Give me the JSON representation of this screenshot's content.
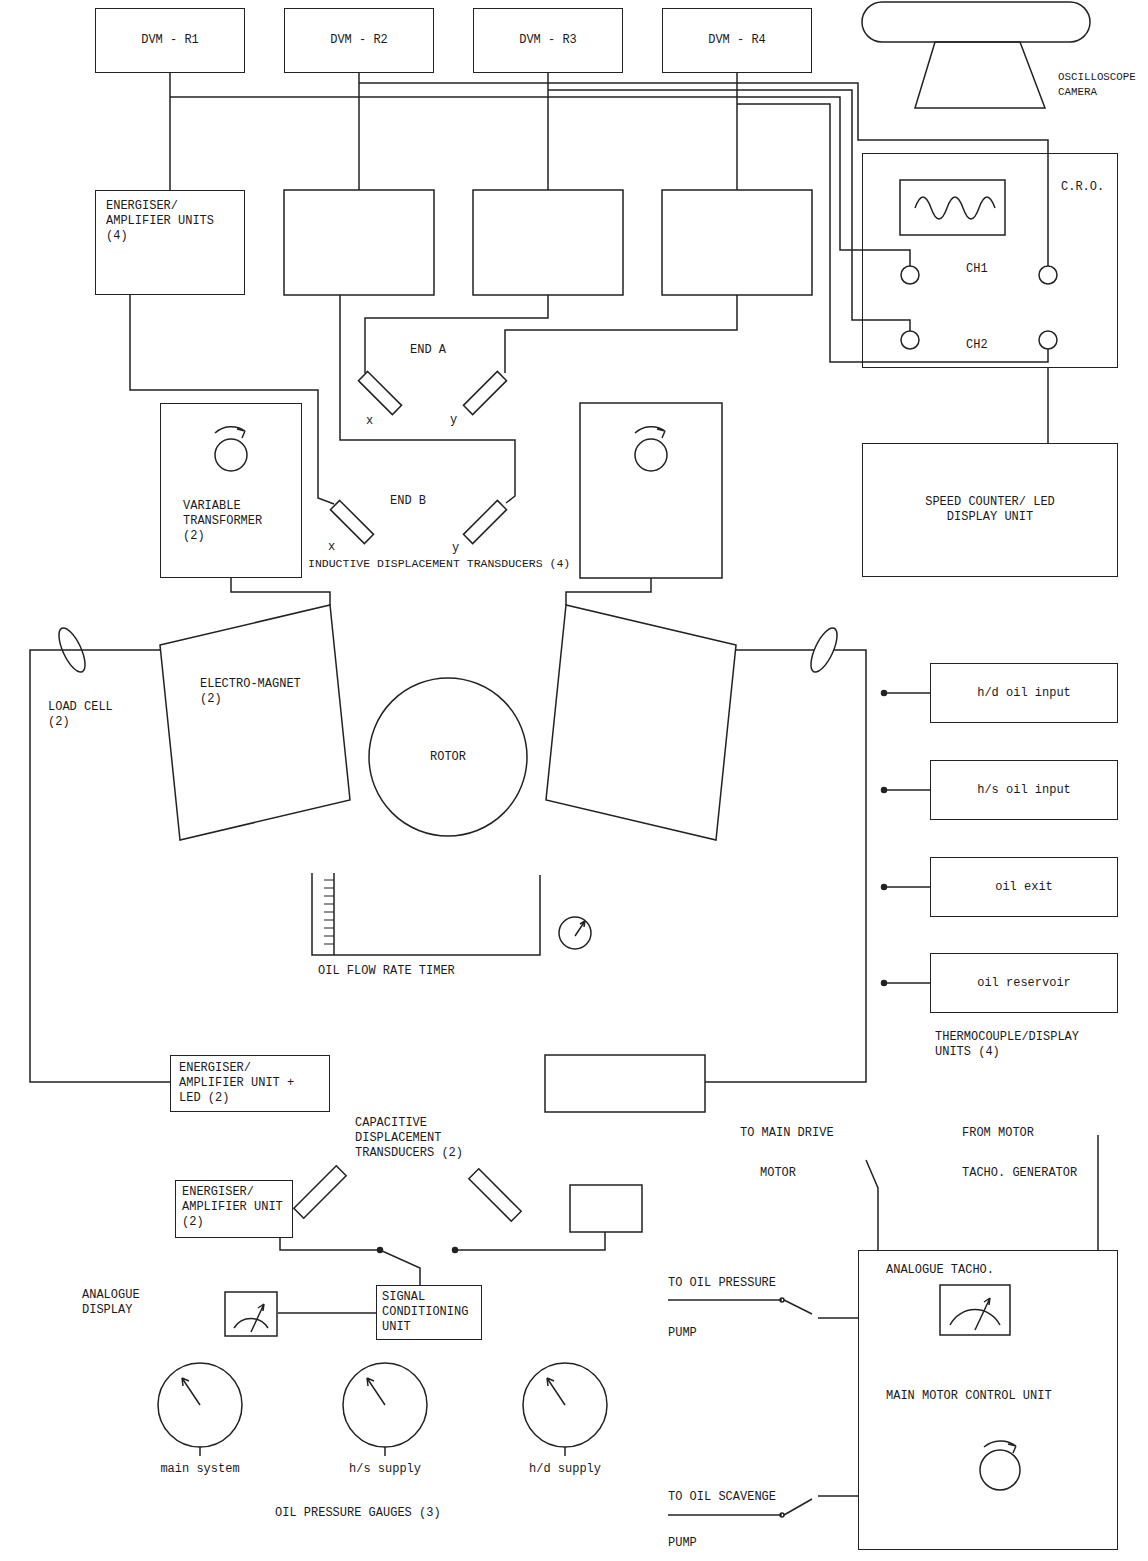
{
  "diagram": {
    "nodes": [
      {
        "text": [
          "DVM - R1"
        ]
      },
      {
        "text": [
          "DVM - R2"
        ]
      },
      {
        "text": [
          "DVM - R3"
        ]
      },
      {
        "text": [
          "DVM - R4"
        ]
      },
      {
        "text": [
          "OSCILLOSCOPE CAMERA"
        ]
      },
      {
        "text": [
          "ENERGISER/ AMPLIFIER UNITS (4)"
        ]
      },
      {
        "text": [
          "C.R.O.",
          "CH1",
          "CH2"
        ]
      },
      {
        "text": [
          "VARIABLE TRANSFORMER (2)"
        ]
      },
      {
        "text": [
          "SPEED COUNTER/ LED DISPLAY UNIT"
        ]
      },
      {
        "text": [
          "ELECTRO-MAGNET (2)"
        ]
      },
      {
        "text": [
          "ROTOR"
        ]
      },
      {
        "text": [
          "h/d oil input"
        ]
      },
      {
        "text": [
          "h/s oil input"
        ]
      },
      {
        "text": [
          "oil exit"
        ]
      },
      {
        "text": [
          "oil reservoir"
        ]
      },
      {
        "text": [
          "ENERGISER/ AMPLIFIER UNIT + LED (2)"
        ]
      },
      {
        "text": [
          "ENERGISER/ AMPLIFIER UNIT (2)"
        ]
      },
      {
        "text": [
          "SIGNAL CONDITIONING UNIT"
        ]
      },
      {
        "text": [
          "ANALOGUE DISPLAY"
        ]
      },
      {
        "text": [
          "ANALOGUE TACHO.",
          "MAIN MOTOR CONTROL UNIT"
        ]
      }
    ],
    "edges": [
      {
        "from": 0,
        "to": 5,
        "arrow": "none"
      },
      {
        "from": 6,
        "to": 8,
        "arrow": "none"
      },
      {
        "from": 7,
        "to": 9,
        "arrow": "none"
      },
      {
        "from": 9,
        "to": 15,
        "arrow": "none"
      },
      {
        "from": 16,
        "to": 17,
        "arrow": "none"
      },
      {
        "from": 17,
        "to": 18,
        "arrow": "none"
      }
    ],
    "labels": [
      "END A",
      "x",
      "y",
      "END B",
      "x",
      "y",
      "INDUCTIVE DISPLACEMENT TRANSDUCERS (4)",
      "LOAD CELL (2)",
      "OIL FLOW RATE TIMER",
      "THERMOCOUPLE/DISPLAY UNITS (4)",
      "CAPACITIVE DISPLACEMENT TRANSDUCERS (2)",
      "TO MAIN DRIVE",
      "MOTOR",
      "FROM MOTOR",
      "TACHO. GENERATOR",
      "TO OIL PRESSURE",
      "PUMP",
      "TO OIL SCAVENGE",
      "PUMP",
      "main system",
      "h/s supply",
      "h/d supply",
      "OIL PRESSURE GAUGES (3)"
    ]
  }
}
